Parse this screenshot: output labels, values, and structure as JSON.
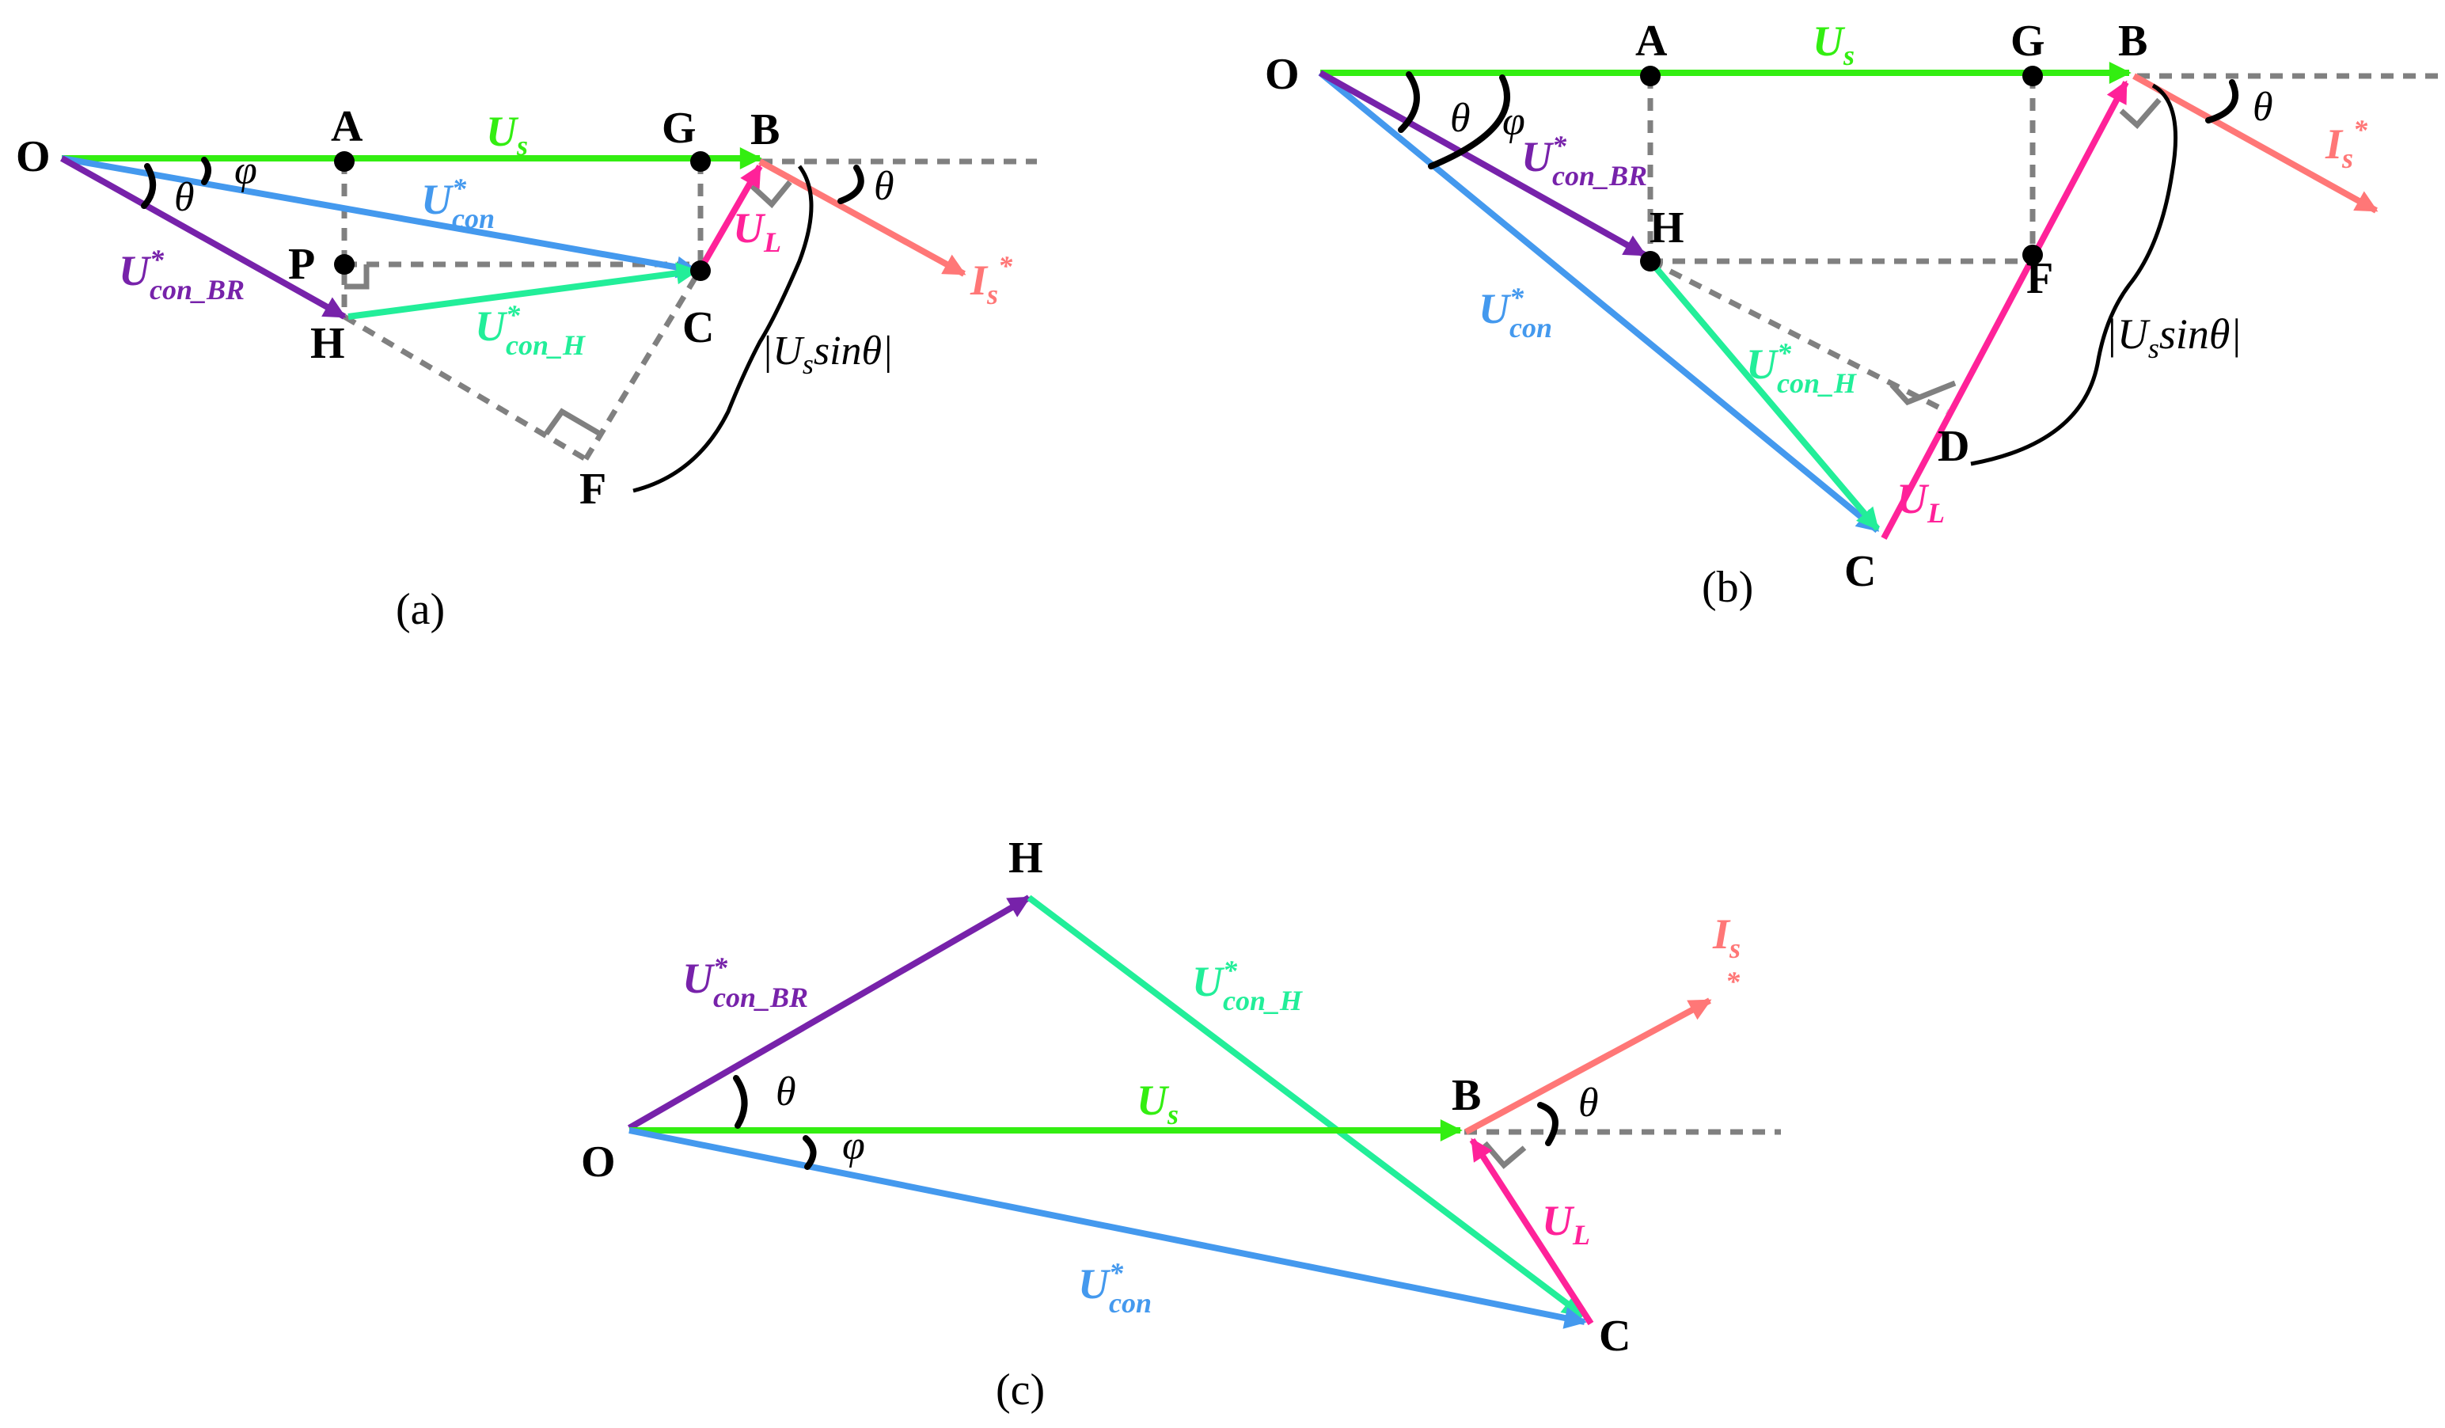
{
  "colors": {
    "us": "#33ee11",
    "ucon": "#4499ee",
    "ubr": "#7722aa",
    "uh": "#22ee99",
    "ul": "#ff2299",
    "is": "#ff7777",
    "dashed": "#808080"
  },
  "labels": {
    "O": "O",
    "A": "A",
    "G": "G",
    "B": "B",
    "P": "P",
    "H": "H",
    "C": "C",
    "F": "F",
    "D": "D",
    "us_main": "U",
    "us_sub": "s",
    "ucon_main": "U",
    "ucon_sup": "*",
    "ucon_sub": "con",
    "ubr_main": "U",
    "ubr_sup": "*",
    "ubr_sub": "con_BR",
    "uh_main": "U",
    "uh_sup": "*",
    "uh_sub": "con_H",
    "ul_main": "U",
    "ul_sub": "L",
    "is_main": "I",
    "is_sub": "s",
    "is_sup": "*",
    "theta": "θ",
    "phi": "φ",
    "brace_pre": "|U",
    "brace_sub": "s",
    "brace_post": "sinθ|"
  },
  "captions": {
    "a": "(a)",
    "b": "(b)",
    "c": "(c)"
  }
}
